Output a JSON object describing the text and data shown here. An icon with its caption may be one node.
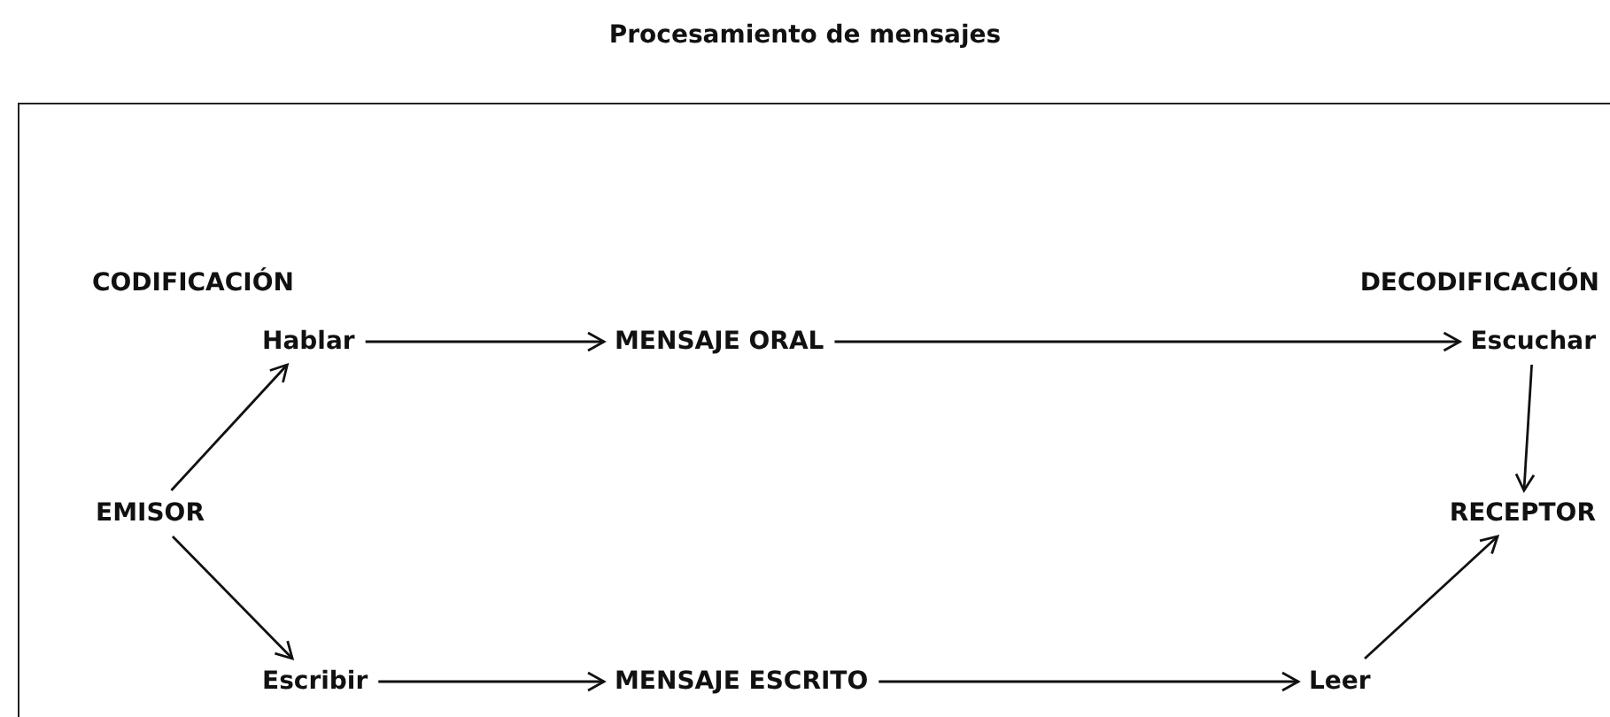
{
  "diagram": {
    "title": "Procesamiento de mensajes",
    "nodes": [
      {
        "text": [
          "Hablar"
        ]
      },
      {
        "text": [
          "MENSAJE ORAL"
        ]
      },
      {
        "text": [
          "Escuchar"
        ]
      },
      {
        "text": [
          "EMISOR"
        ]
      },
      {
        "text": [
          "RECEPTOR"
        ]
      },
      {
        "text": [
          "Escribir"
        ]
      },
      {
        "text": [
          "MENSAJE ESCRITO"
        ]
      },
      {
        "text": [
          "Leer"
        ]
      }
    ],
    "edges": [
      {
        "from": 3,
        "to": 0,
        "arrow": "to"
      },
      {
        "from": 0,
        "to": 1,
        "arrow": "to"
      },
      {
        "from": 1,
        "to": 2,
        "arrow": "to"
      },
      {
        "from": 2,
        "to": 4,
        "arrow": "to"
      },
      {
        "from": 3,
        "to": 5,
        "arrow": "to"
      },
      {
        "from": 5,
        "to": 6,
        "arrow": "to"
      },
      {
        "from": 6,
        "to": 7,
        "arrow": "to"
      },
      {
        "from": 7,
        "to": 4,
        "arrow": "to"
      }
    ],
    "labels": [
      "CODIFICACIÓN",
      "DECODIFICACIÓN"
    ]
  }
}
